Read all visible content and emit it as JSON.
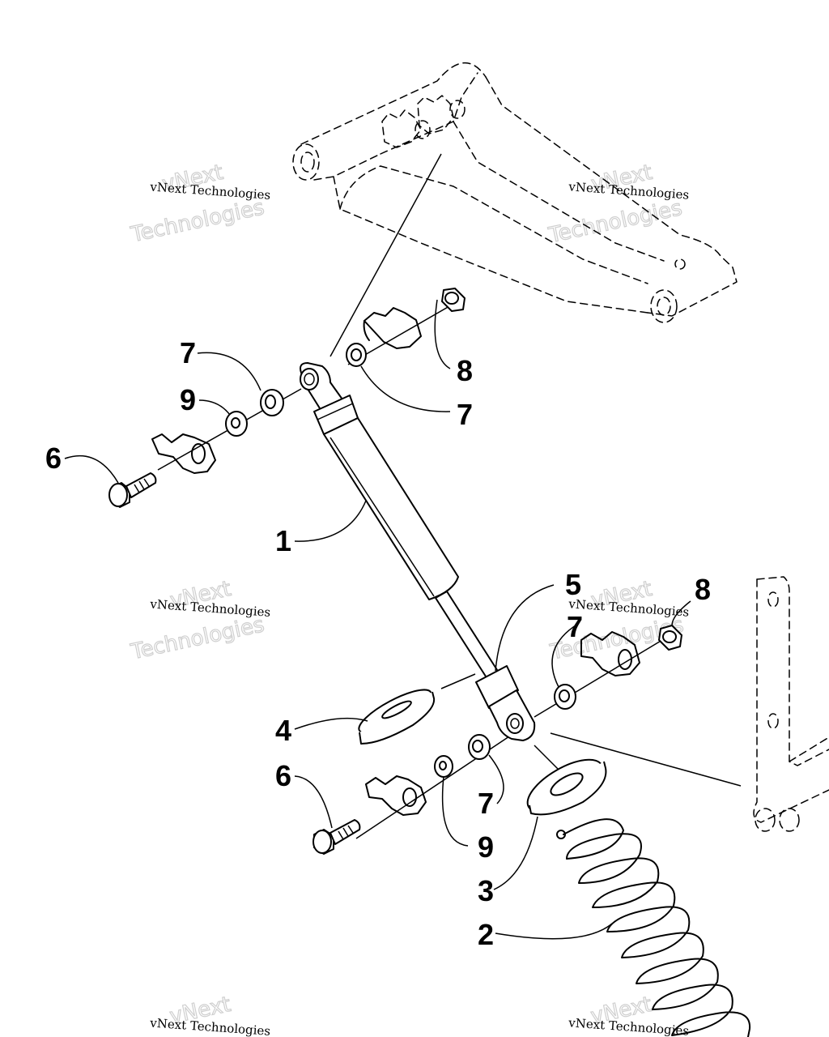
{
  "callouts": {
    "c1": "1",
    "c2": "2",
    "c3": "3",
    "c4": "4",
    "c5": "5",
    "c6a": "6",
    "c6b": "6",
    "c7a": "7",
    "c7b": "7",
    "c7c": "7",
    "c7d": "7",
    "c8a": "8",
    "c8b": "8",
    "c9a": "9",
    "c9b": "9"
  },
  "watermark": {
    "brand": "vNext",
    "company": "vNext Technologies",
    "word": "Technologies"
  }
}
